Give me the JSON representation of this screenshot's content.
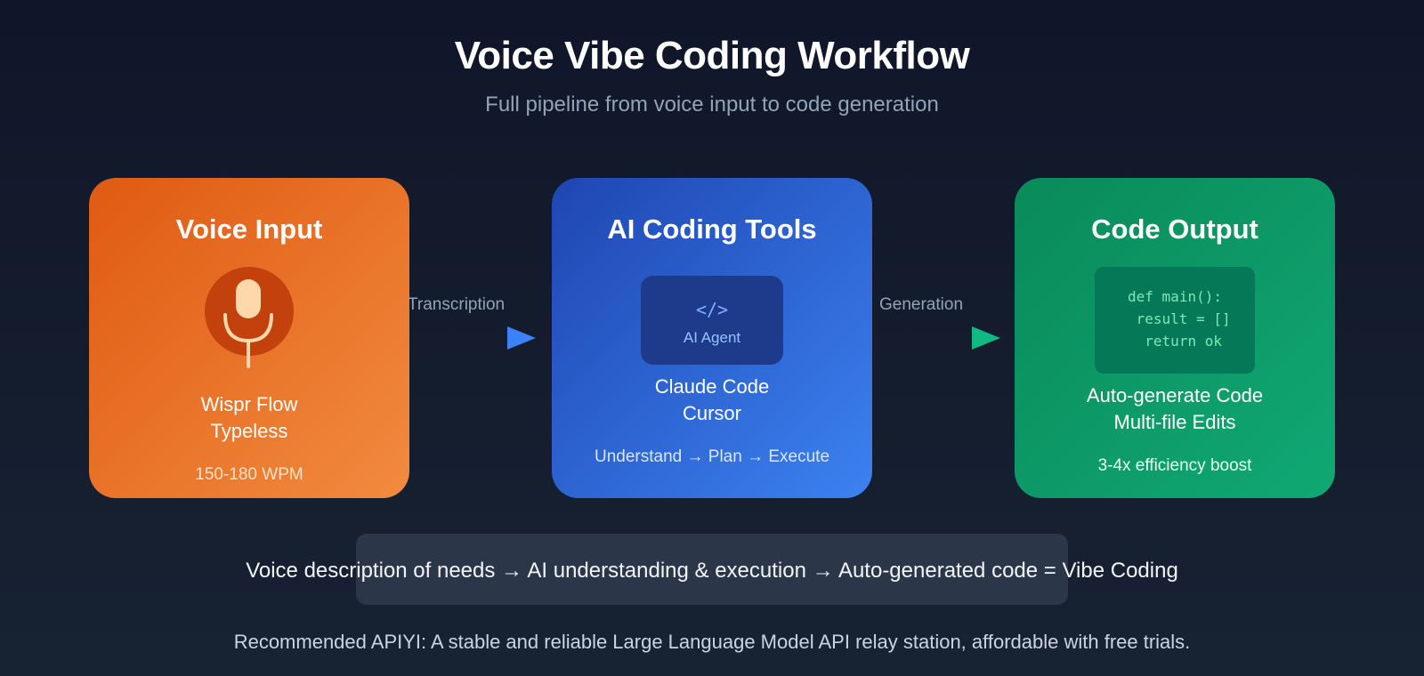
{
  "header": {
    "title": "Voice Vibe Coding Workflow",
    "subtitle": "Full pipeline from voice input to code generation"
  },
  "colors": {
    "voice_card": "#ea6c1f",
    "ai_card": "#2c5fd6",
    "code_card": "#0e9a68",
    "background": "#121a2b"
  },
  "cards": {
    "voice": {
      "title": "Voice Input",
      "icon": "microphone-icon",
      "lines": [
        "Wispr Flow",
        "Typeless"
      ],
      "note": "150-180 WPM"
    },
    "ai": {
      "title": "AI Coding Tools",
      "icon_glyph": "</>",
      "icon_label": "AI Agent",
      "lines": [
        "Claude Code",
        "Cursor"
      ],
      "note": "Understand → Plan → Execute"
    },
    "code": {
      "title": "Code Output",
      "code_lines": [
        "def main():",
        "  result = []",
        "  return ok"
      ],
      "lines": [
        "Auto-generate Code",
        "Multi-file Edits"
      ],
      "note": "3-4x efficiency boost"
    }
  },
  "connectors": {
    "first": {
      "label": "Transcription",
      "icon": "arrow-right-icon"
    },
    "second": {
      "label": "Generation",
      "icon": "arrow-right-icon"
    }
  },
  "summary": "Voice description of needs → AI understanding & execution → Auto-generated code = Vibe Coding",
  "footer": "Recommended APIYI: A stable and reliable Large Language Model API relay station, affordable with free trials."
}
